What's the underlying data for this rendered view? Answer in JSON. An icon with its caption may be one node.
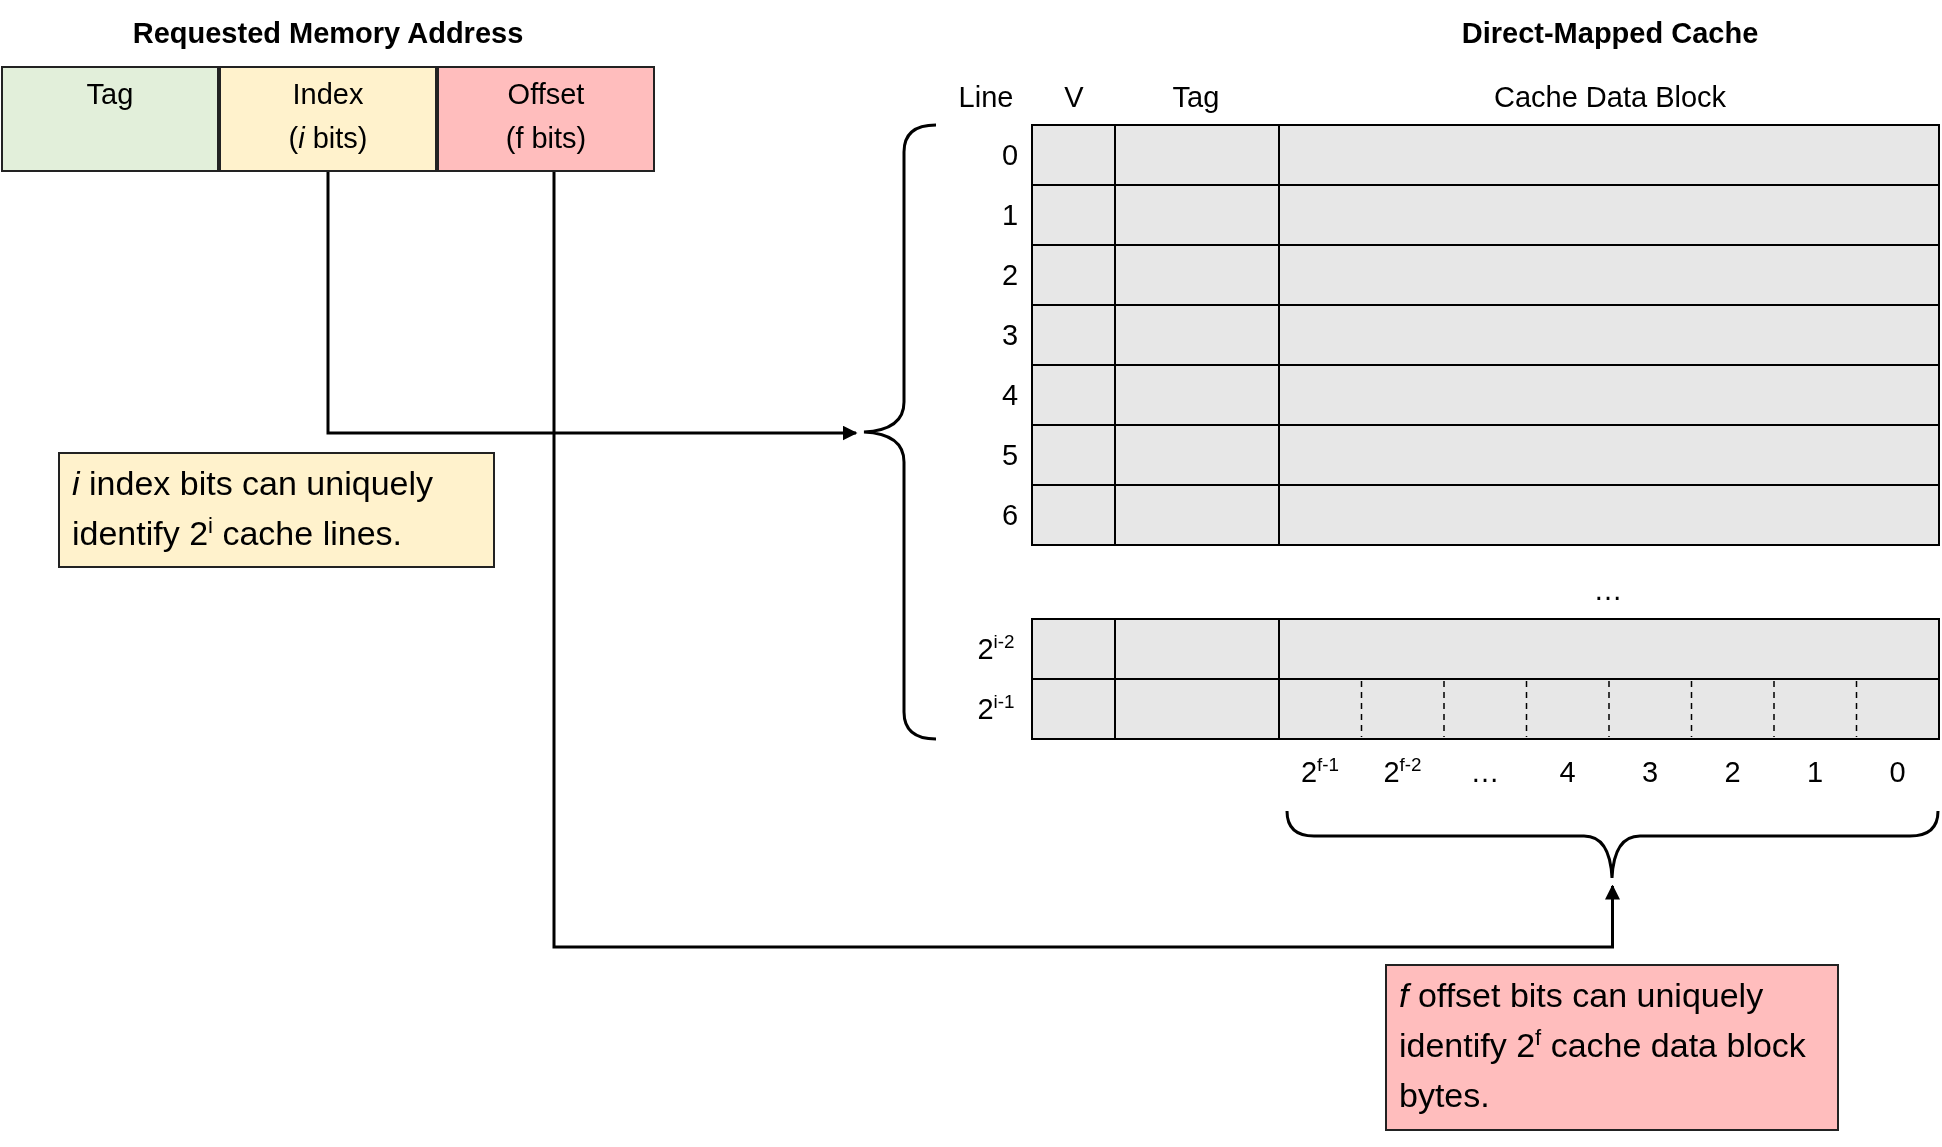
{
  "diagram": {
    "nodes": [
      {
        "text": [
          "Requested Memory Address"
        ]
      },
      {
        "text": [
          "Tag"
        ],
        "in": 0
      },
      {
        "text": [
          "Index",
          "(*i* bits)"
        ],
        "in": 0
      },
      {
        "text": [
          "Offset",
          "(f bits)"
        ],
        "in": 0
      },
      {
        "text": [
          "*i* index bits can uniquely identify 2$^{i}$ cache lines."
        ]
      },
      {
        "text": [
          "Direct-Mapped Cache"
        ]
      },
      {
        "text": [],
        "shape": "brace"
      },
      {
        "text": [],
        "shape": "brace"
      },
      {
        "text": [
          "*f* offset bits can uniquely identify 2$^{f}$ cache data block bytes."
        ]
      }
    ],
    "edges": [
      {
        "from": 2,
        "to": 6,
        "arrow": "to"
      },
      {
        "from": 3,
        "to": 7,
        "arrow": "to"
      }
    ],
    "labels": [
      "Line",
      "V",
      "Tag",
      "Cache Data Block",
      "0",
      "1",
      "2",
      "3",
      "4",
      "5",
      "6",
      "…",
      "2$^{i-2}$",
      "2$^{i-1}$",
      "2$^{f-1}$",
      "2$^{f-2}$",
      "…",
      "4",
      "3",
      "2",
      "1",
      "0"
    ]
  }
}
